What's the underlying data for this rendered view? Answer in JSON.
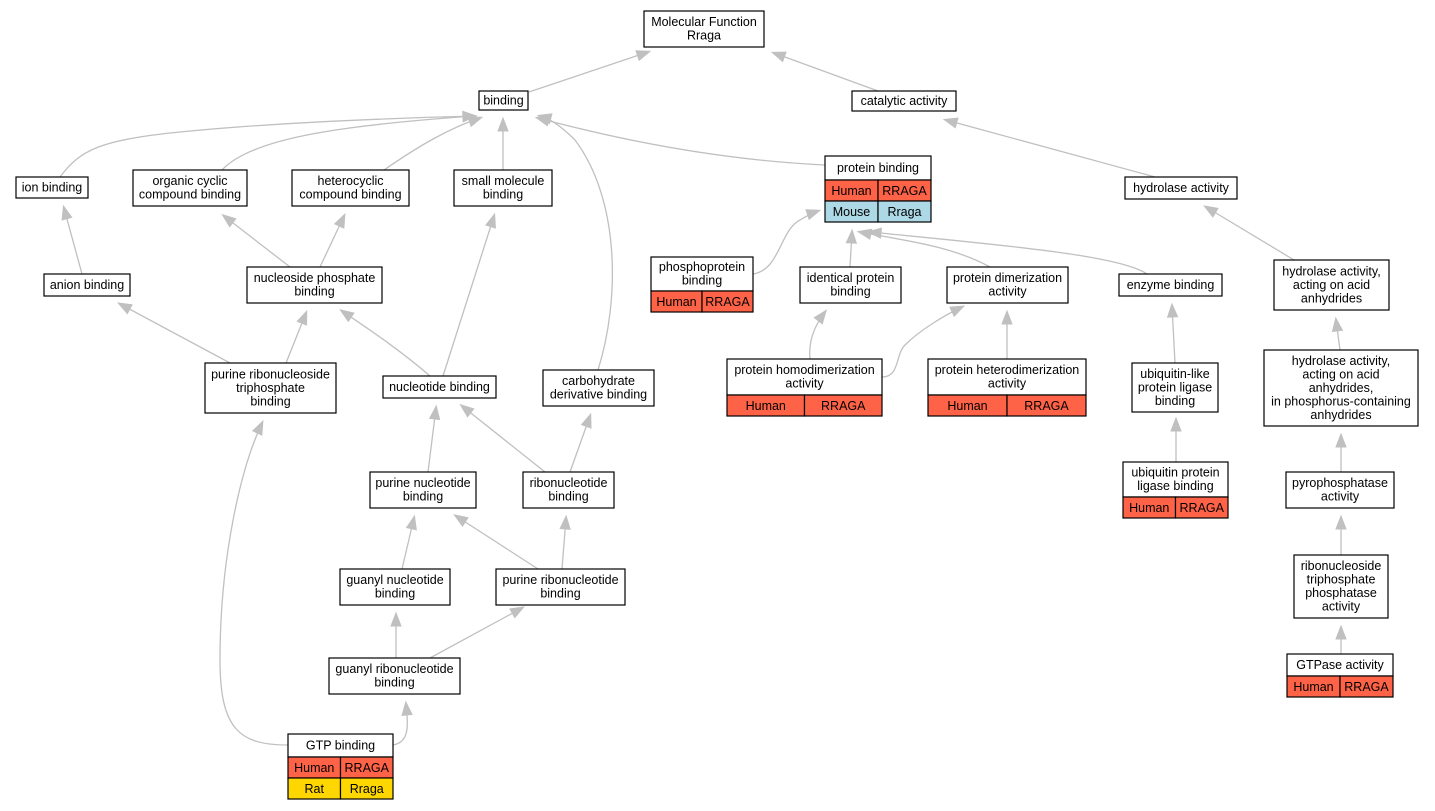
{
  "colors": {
    "Human": "#FF6347",
    "Mouse": "#ADD8E6",
    "Rat": "#FFD700",
    "edge": "#C0C0C0"
  },
  "nodes": {
    "root": {
      "label": [
        "Molecular Function",
        "Rraga"
      ],
      "rows": []
    },
    "binding": {
      "label": [
        "binding"
      ],
      "rows": []
    },
    "catalytic": {
      "label": [
        "catalytic activity"
      ],
      "rows": []
    },
    "ion": {
      "label": [
        "ion binding"
      ],
      "rows": []
    },
    "organic": {
      "label": [
        "organic cyclic",
        "compound binding"
      ],
      "rows": []
    },
    "heterocyclic": {
      "label": [
        "heterocyclic",
        "compound binding"
      ],
      "rows": []
    },
    "smallmol": {
      "label": [
        "small molecule",
        "binding"
      ],
      "rows": []
    },
    "protein": {
      "label": [
        "protein binding"
      ],
      "rows": [
        [
          "Human",
          "RRAGA"
        ],
        [
          "Mouse",
          "Rraga"
        ]
      ]
    },
    "hydrolase": {
      "label": [
        "hydrolase activity"
      ],
      "rows": []
    },
    "anion": {
      "label": [
        "anion binding"
      ],
      "rows": []
    },
    "nucphos": {
      "label": [
        "nucleoside phosphate",
        "binding"
      ],
      "rows": []
    },
    "phosphoprotein": {
      "label": [
        "phosphoprotein",
        "binding"
      ],
      "rows": [
        [
          "Human",
          "RRAGA"
        ]
      ]
    },
    "identical": {
      "label": [
        "identical protein",
        "binding"
      ],
      "rows": []
    },
    "dimer": {
      "label": [
        "protein dimerization",
        "activity"
      ],
      "rows": []
    },
    "enzyme": {
      "label": [
        "enzyme binding"
      ],
      "rows": []
    },
    "hydroacid": {
      "label": [
        "hydrolase activity,",
        "acting on acid",
        "anhydrides"
      ],
      "rows": []
    },
    "purribotri": {
      "label": [
        "purine ribonucleoside",
        "triphosphate",
        "binding"
      ],
      "rows": []
    },
    "nucleotide": {
      "label": [
        "nucleotide binding"
      ],
      "rows": []
    },
    "carbo": {
      "label": [
        "carbohydrate",
        "derivative binding"
      ],
      "rows": []
    },
    "homodimer": {
      "label": [
        "protein homodimerization",
        "activity"
      ],
      "rows": [
        [
          "Human",
          "RRAGA"
        ]
      ]
    },
    "heterodimer": {
      "label": [
        "protein heterodimerization",
        "activity"
      ],
      "rows": [
        [
          "Human",
          "RRAGA"
        ]
      ]
    },
    "ubiqlike": {
      "label": [
        "ubiquitin-like",
        "protein ligase",
        "binding"
      ],
      "rows": []
    },
    "hydrophos": {
      "label": [
        "hydrolase activity,",
        "acting on acid",
        "anhydrides,",
        "in phosphorus-containing",
        "anhydrides"
      ],
      "rows": []
    },
    "purnuc": {
      "label": [
        "purine nucleotide",
        "binding"
      ],
      "rows": []
    },
    "ribonuc": {
      "label": [
        "ribonucleotide",
        "binding"
      ],
      "rows": []
    },
    "ubiq": {
      "label": [
        "ubiquitin protein",
        "ligase binding"
      ],
      "rows": [
        [
          "Human",
          "RRAGA"
        ]
      ]
    },
    "pyro": {
      "label": [
        "pyrophosphatase",
        "activity"
      ],
      "rows": []
    },
    "guanyl": {
      "label": [
        "guanyl nucleotide",
        "binding"
      ],
      "rows": []
    },
    "purribonuc": {
      "label": [
        "purine ribonucleotide",
        "binding"
      ],
      "rows": []
    },
    "ribotriphos": {
      "label": [
        "ribonucleoside",
        "triphosphate",
        "phosphatase",
        "activity"
      ],
      "rows": []
    },
    "guanylribo": {
      "label": [
        "guanyl ribonucleotide",
        "binding"
      ],
      "rows": []
    },
    "gtpase": {
      "label": [
        "GTPase activity"
      ],
      "rows": [
        [
          "Human",
          "RRAGA"
        ]
      ]
    },
    "gtp": {
      "label": [
        "GTP binding"
      ],
      "rows": [
        [
          "Human",
          "RRAGA"
        ],
        [
          "Rat",
          "Rraga"
        ]
      ]
    }
  },
  "edges": [
    [
      "binding",
      "root"
    ],
    [
      "catalytic",
      "root"
    ],
    [
      "ion",
      "binding"
    ],
    [
      "organic",
      "binding"
    ],
    [
      "heterocyclic",
      "binding"
    ],
    [
      "smallmol",
      "binding"
    ],
    [
      "protein",
      "binding"
    ],
    [
      "carbo",
      "binding"
    ],
    [
      "hydrolase",
      "catalytic"
    ],
    [
      "anion",
      "ion"
    ],
    [
      "nucphos",
      "organic"
    ],
    [
      "nucphos",
      "heterocyclic"
    ],
    [
      "phosphoprotein",
      "protein"
    ],
    [
      "identical",
      "protein"
    ],
    [
      "dimer",
      "protein"
    ],
    [
      "enzyme",
      "protein"
    ],
    [
      "hydroacid",
      "hydrolase"
    ],
    [
      "purribotri",
      "anion"
    ],
    [
      "purribotri",
      "nucphos"
    ],
    [
      "nucleotide",
      "nucphos"
    ],
    [
      "nucleotide",
      "smallmol"
    ],
    [
      "homodimer",
      "identical"
    ],
    [
      "homodimer",
      "dimer"
    ],
    [
      "heterodimer",
      "dimer"
    ],
    [
      "ubiqlike",
      "enzyme"
    ],
    [
      "ubiq",
      "ubiqlike"
    ],
    [
      "hydrophos",
      "hydroacid"
    ],
    [
      "pyro",
      "hydrophos"
    ],
    [
      "ribotriphos",
      "pyro"
    ],
    [
      "gtpase",
      "ribotriphos"
    ],
    [
      "purnuc",
      "nucleotide"
    ],
    [
      "ribonuc",
      "nucleotide"
    ],
    [
      "ribonuc",
      "carbo"
    ],
    [
      "guanyl",
      "purnuc"
    ],
    [
      "purribonuc",
      "purnuc"
    ],
    [
      "purribonuc",
      "ribonuc"
    ],
    [
      "guanylribo",
      "guanyl"
    ],
    [
      "guanylribo",
      "purribonuc"
    ],
    [
      "gtp",
      "guanylribo"
    ],
    [
      "gtp",
      "purribotri"
    ]
  ]
}
